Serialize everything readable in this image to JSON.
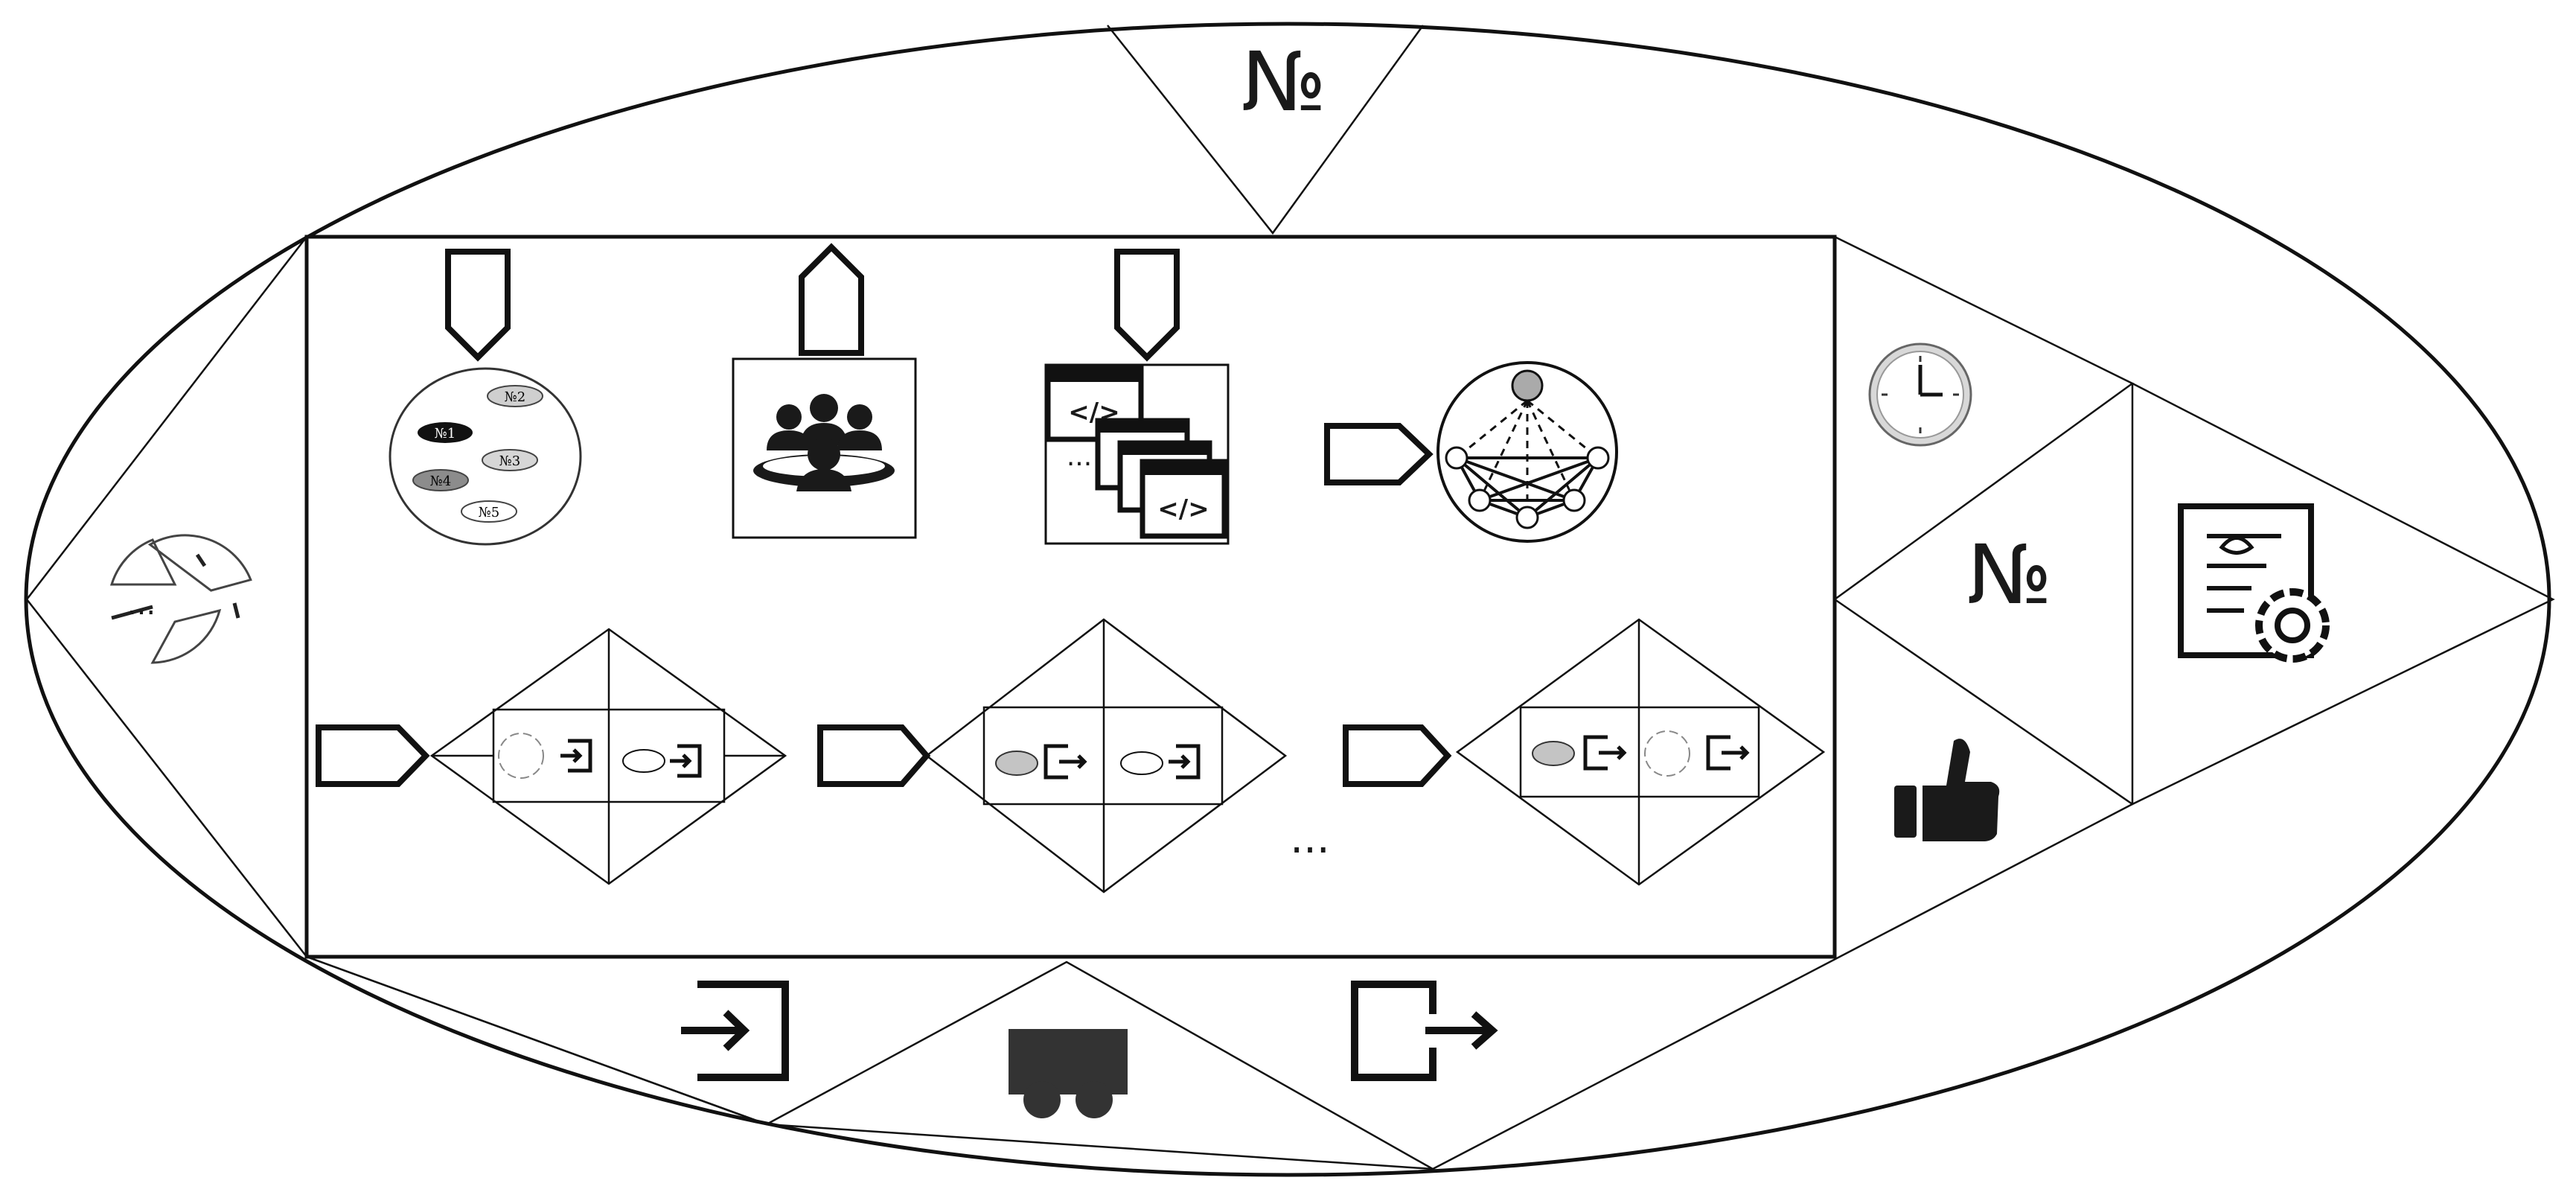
{
  "colors": {
    "line": "#111111",
    "icon_dark": "#1a1a1a",
    "fill_gray": "#bdbdbd",
    "fill_dark_gray": "#8c8c8c",
    "background": "#ffffff"
  },
  "number_sign": "№",
  "ellipsis": "...",
  "dish_labels": [
    "№1",
    "№2",
    "№3",
    "№4",
    "№5"
  ],
  "code_symbol": "</>",
  "icons": {
    "left": "broken-disc-icon",
    "top": "number-sign-icon",
    "clock": "clock-icon",
    "number_right": "number-sign-icon",
    "thumb": "thumbs-up-icon",
    "blueprint": "blueprint-gear-icon",
    "enter": "enter-icon",
    "cart": "cart-icon",
    "exit": "exit-icon"
  }
}
